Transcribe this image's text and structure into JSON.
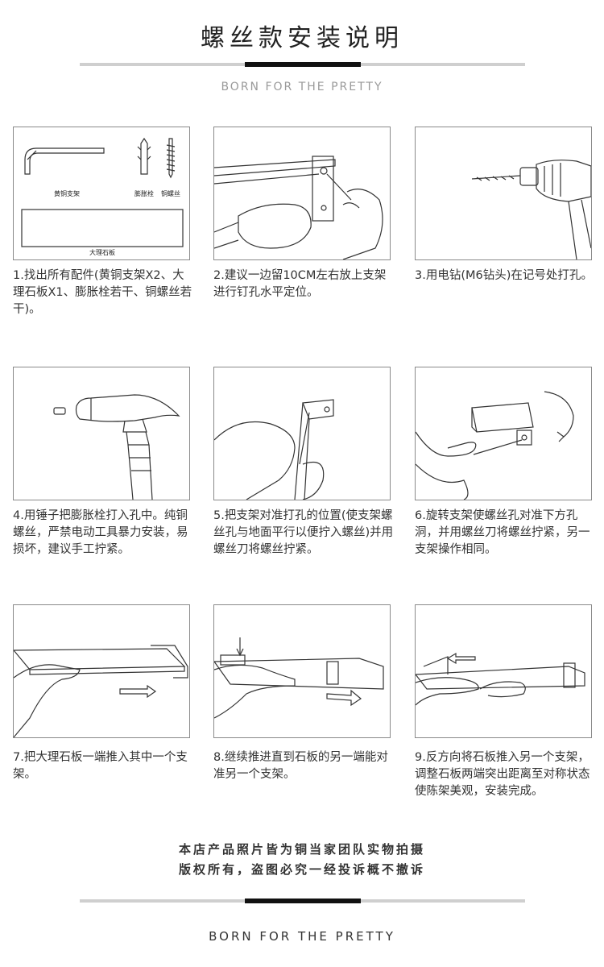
{
  "header": {
    "title": "螺丝款安装说明",
    "subtitle": "BORN FOR THE PRETTY"
  },
  "parts": {
    "bracket": "黄铜支架",
    "anchor": "膨胀栓",
    "screw": "铜螺丝",
    "board": "大理石板"
  },
  "steps": [
    {
      "caption": "1.找出所有配件(黄铜支架X2、大理石板X1、膨胀栓若干、铜螺丝若干)。"
    },
    {
      "caption": "2.建议一边留10CM左右放上支架进行钉孔水平定位。"
    },
    {
      "caption": "3.用电钻(M6钻头)在记号处打孔。"
    },
    {
      "caption": "4.用锤子把膨胀栓打入孔中。纯铜螺丝，严禁电动工具暴力安装，易损坏，建议手工拧紧。"
    },
    {
      "caption": "5.把支架对准打孔的位置(使支架螺丝孔与地面平行以便拧入螺丝)并用螺丝刀将螺丝拧紧。"
    },
    {
      "caption": "6.旋转支架使螺丝孔对准下方孔洞，并用螺丝刀将螺丝拧紧，另一支架操作相同。"
    },
    {
      "caption": "7.把大理石板一端推入其中一个支架。"
    },
    {
      "caption": "8.继续推进直到石板的另一端能对准另一个支架。"
    },
    {
      "caption": "9.反方向将石板推入另一个支架，调整石板两端突出距离至对称状态使陈架美观，安装完成。"
    }
  ],
  "notice": {
    "line1": "本店产品照片皆为铜当家团队实物拍摄",
    "line2": "版权所有，盗图必究一经投诉概不撤诉"
  },
  "footer": {
    "subtitle": "BORN FOR THE PRETTY"
  }
}
